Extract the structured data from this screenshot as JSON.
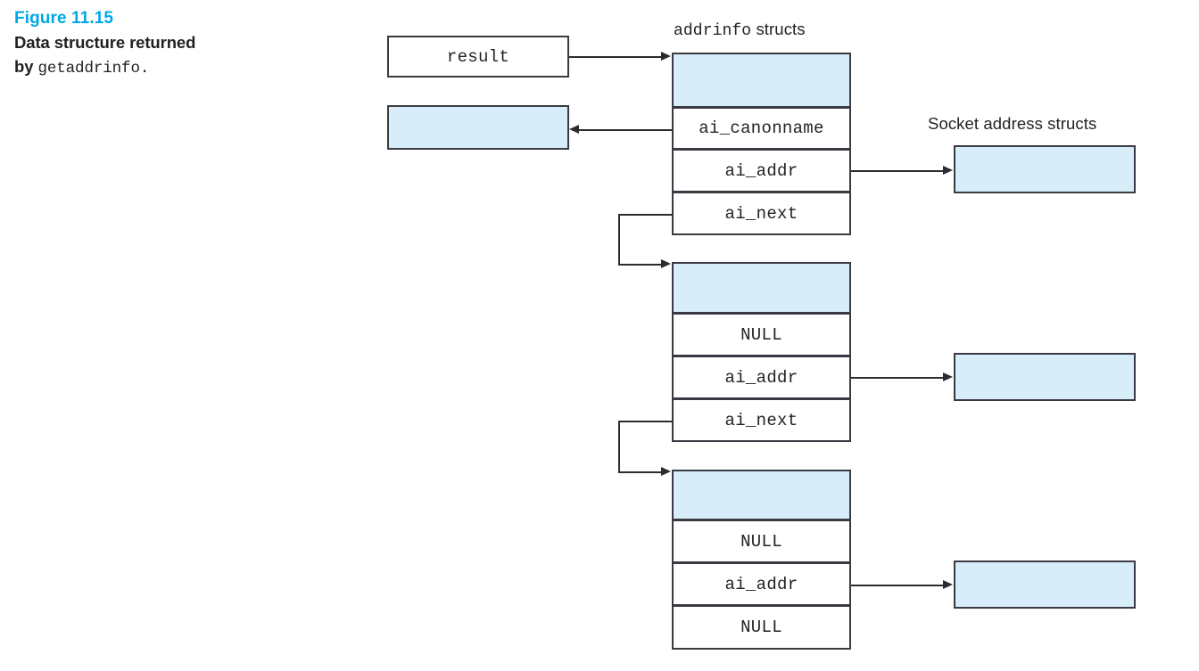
{
  "figure": {
    "number": "Figure 11.15",
    "caption_part1": "Data structure returned",
    "caption_part2_prefix": "by ",
    "caption_mono": "getaddrinfo",
    "caption_suffix": "."
  },
  "labels": {
    "addrinfo_header_mono": "addrinfo",
    "addrinfo_header_sans": " structs",
    "socket_header": "Socket address structs"
  },
  "pointer_box": {
    "label": "result"
  },
  "canonname_buffer": {
    "label": ""
  },
  "structs": [
    {
      "name": "addrinfo-struct-1",
      "header_label": "",
      "rows": [
        {
          "name": "ai_canonname",
          "label": "ai_canonname",
          "points_to": "canonname-buffer"
        },
        {
          "name": "ai_addr",
          "label": "ai_addr",
          "points_to": "socket-address-struct-1"
        },
        {
          "name": "ai_next",
          "label": "ai_next",
          "points_to": "addrinfo-struct-2"
        }
      ]
    },
    {
      "name": "addrinfo-struct-2",
      "header_label": "",
      "rows": [
        {
          "name": "ai_canonname",
          "label": "NULL",
          "points_to": null
        },
        {
          "name": "ai_addr",
          "label": "ai_addr",
          "points_to": "socket-address-struct-2"
        },
        {
          "name": "ai_next",
          "label": "ai_next",
          "points_to": "addrinfo-struct-3"
        }
      ]
    },
    {
      "name": "addrinfo-struct-3",
      "header_label": "",
      "rows": [
        {
          "name": "ai_canonname",
          "label": "NULL",
          "points_to": null
        },
        {
          "name": "ai_addr",
          "label": "ai_addr",
          "points_to": "socket-address-struct-3"
        },
        {
          "name": "ai_next",
          "label": "NULL",
          "points_to": null
        }
      ]
    }
  ],
  "socket_address_structs": [
    {
      "name": "socket-address-struct-1",
      "label": ""
    },
    {
      "name": "socket-address-struct-2",
      "label": ""
    },
    {
      "name": "socket-address-struct-3",
      "label": ""
    }
  ],
  "colors": {
    "figure_number": "#00a8e6",
    "fill_blue": "#d7eefa",
    "stroke": "#3a3a42",
    "text": "#231f20"
  }
}
